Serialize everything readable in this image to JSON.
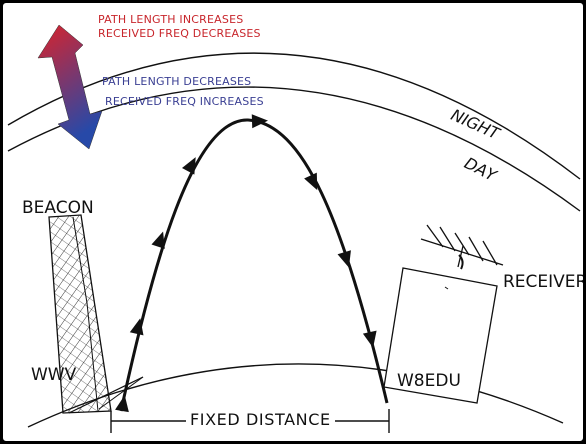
{
  "annotations": {
    "up_line1": "PATH LENGTH INCREASES",
    "up_line2": "RECEIVED FREQ DECREASES",
    "down_line1": "PATH LENGTH DECREASES",
    "down_line2": "RECEIVED FREQ INCREASES"
  },
  "layers": {
    "night": "NIGHT",
    "day": "DAY"
  },
  "labels": {
    "beacon": "BEACON",
    "transmitter_station": "WWV",
    "receiver": "RECEIVER",
    "receiver_station": "W8EDU",
    "distance": "FIXED DISTANCE"
  },
  "colors": {
    "arrow_top": "#d9232b",
    "arrow_bottom": "#2749a8",
    "red_text": "#c8262c",
    "blue_text": "#3a3f93",
    "ink": "#111111"
  }
}
